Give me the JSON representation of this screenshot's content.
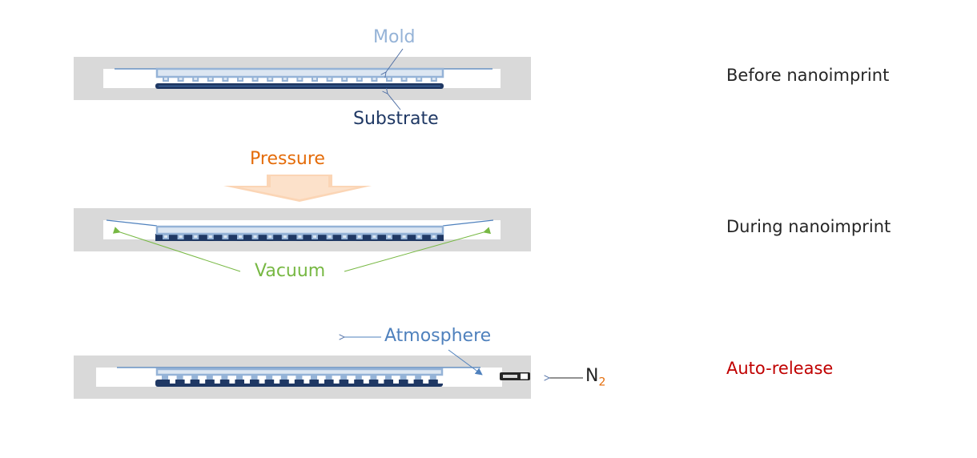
{
  "stages": [
    {
      "label": "Before nanoimprint",
      "color": "#262626"
    },
    {
      "label": "During nanoimprint",
      "color": "#262626"
    },
    {
      "label": "Auto-release",
      "color": "#c00000"
    }
  ],
  "annotations": {
    "mold": "Mold",
    "substrate": "Substrate",
    "pressure": "Pressure",
    "vacuum": "Vacuum",
    "atmosphere": "Atmosphere",
    "n2_base": "N",
    "n2_sub": "2"
  },
  "colors": {
    "chamber": "#d9d9d9",
    "mold": "#95b3d7",
    "mold_fill": "#dce6f2",
    "substrate": "#1f3864",
    "film": "#4f81bd",
    "pressure": "#fbd5b5",
    "pressure_text": "#e46c0a",
    "vacuum": "#77b843",
    "atmosphere": "#4f81bd",
    "n2_sub": "#e46c0a"
  }
}
